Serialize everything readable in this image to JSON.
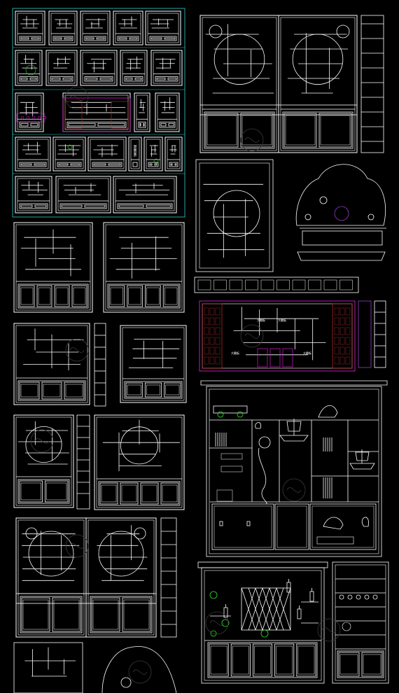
{
  "sheet": {
    "background": "#000000",
    "line_color": "#ffffff",
    "accent_colors": {
      "magenta": "#d020c8",
      "cyan": "#30d0d0",
      "green": "#30e030",
      "purple": "#9040c0",
      "red": "#c03030"
    }
  },
  "labels": {
    "tall_cabinet_a": "大雕板",
    "tall_cabinet_b": "大雕板",
    "tall_cabinet_c": "大雕板",
    "tall_cabinet_d": "大雕板"
  },
  "icons": {
    "watermark": "fan-logo-watermark",
    "ship": "sailing-ship-ornament",
    "horse": "horse-statue-ornament",
    "car": "vintage-car-ornament",
    "vase": "vase-ornament"
  }
}
